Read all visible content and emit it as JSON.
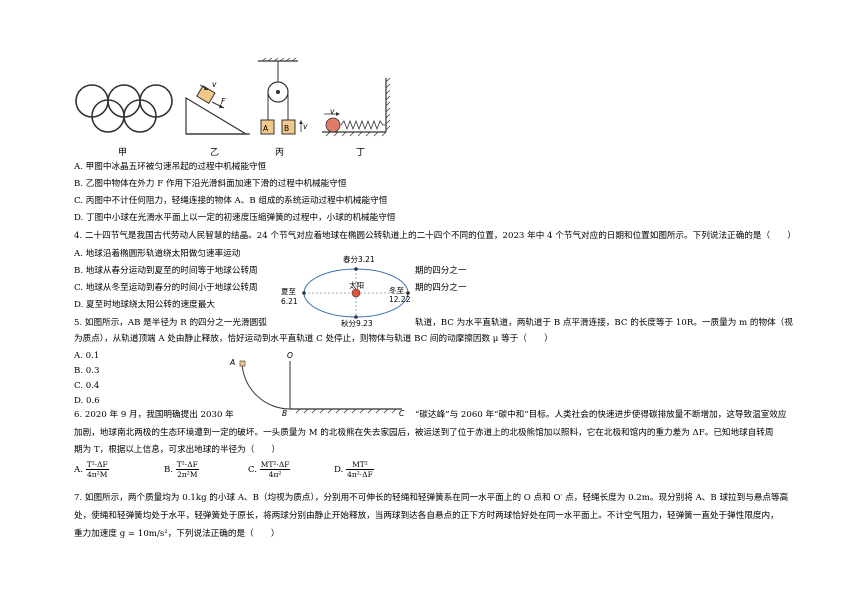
{
  "figures": {
    "captions": [
      "甲",
      "乙",
      "丙",
      "丁"
    ],
    "yi_labels": {
      "v": "v",
      "F": "F"
    },
    "bing_labels": {
      "A": "A",
      "B": "B",
      "v": "v"
    },
    "ding_labels": {
      "v": "v"
    }
  },
  "q3_options": [
    "A. 甲图中冰晶五环被匀速吊起的过程中机械能守恒",
    "B. 乙图中物体在外力 F 作用下沿光滑斜面加速下滑的过程中机械能守恒",
    "C. 丙图中不计任何阻力，轻绳连接的物体 A、B 组成的系统运动过程中机械能守恒",
    "D. 丁图中小球在光滑水平面上以一定的初速度压缩弹簧的过程中，小球的机械能守恒"
  ],
  "q4": {
    "stem": "4. 二十四节气是我国古代劳动人民智慧的结晶。24 个节气对应着地球在椭圆公转轨道上的二十四个不同的位置，2023 年中 4 个节气对应的日期和位置如图所示。下列说法正确的是（　　）",
    "options": [
      "A. 地球沿着椭圆形轨道绕太阳做匀速率运动",
      "B. 地球从春分运动到夏至的时间等于地球公转周",
      "C. 地球从冬至运动到春分的时间小于地球公转周",
      "D. 夏至时地球绕太阳公转的速度最大"
    ],
    "option_tails": [
      "期的四分之一",
      "期的四分之一"
    ],
    "orbit": {
      "spring": "春分3.21",
      "summer_name": "夏至",
      "summer_date": "6.21",
      "winter_name": "冬至",
      "winter_date": "12.22",
      "autumn": "秋分9.23",
      "sun": "太阳"
    }
  },
  "q5": {
    "stem_left": "5. 如图所示，AB 是半径为 R 的四分之一光滑圆弧",
    "stem_right": "轨道，BC 为水平直轨道，两轨道于 B 点平滑连接，BC 的长度等于 10R。一质量为 m 的物体（视",
    "line2": "为质点），从轨道顶端 A 处由静止释放，恰好运动到水平直轨道 C 处停止，则物体与轨道 BC 间的动摩擦因数 μ 等于（　　）",
    "options": [
      "A. 0.1",
      "B. 0.3",
      "C. 0.4",
      "D. 0.6"
    ],
    "labels": {
      "A": "A",
      "O": "O",
      "B": "B",
      "C": "C"
    }
  },
  "q6": {
    "stem_left": "6. 2020 年 9 月，我国明确提出 2030 年",
    "stem_right": "“碳达峰”与 2060 年“碳中和”目标。人类社会的快速进步使得碳排放量不断增加，这导致温室效应",
    "line2": "加剧，地球南北两极的生态环境遭到一定的破坏。一头质量为 M 的北极熊在失去家园后，被运送到了位于赤道上的北极熊馆加以照料，它在北极和馆内的重力差为 ΔF。已知地球自转周",
    "line3": "期为 T，根据以上信息，可求出地球的半径为（　　）",
    "options": [
      {
        "label": "A.",
        "num": "T²·ΔF",
        "den": "4π²M"
      },
      {
        "label": "B.",
        "num": "T²·ΔF",
        "den": "2π²M"
      },
      {
        "label": "C.",
        "num": "MT²·ΔF",
        "den": "4π²"
      },
      {
        "label": "D.",
        "num": "MT²",
        "den": "4π²·ΔF"
      }
    ]
  },
  "q7": {
    "line1": "7. 如图所示，两个质量均为 0.1kg 的小球 A、B（均视为质点），分别用不可伸长的轻绳和轻弹簧系在同一水平面上的 O 点和 O′ 点，轻绳长度为 0.2m。现分别将 A、B 球拉到与悬点等高",
    "line2": "处，使绳和轻弹簧均处于水平，轻弹簧处于原长，将两球分别由静止开始释放，当两球到达各自悬点的正下方时两球恰好处在同一水平面上。不计空气阻力，轻弹簧一直处于弹性限度内，",
    "line3": "重力加速度 g = 10m/s²，下列说法正确的是（　　）"
  }
}
